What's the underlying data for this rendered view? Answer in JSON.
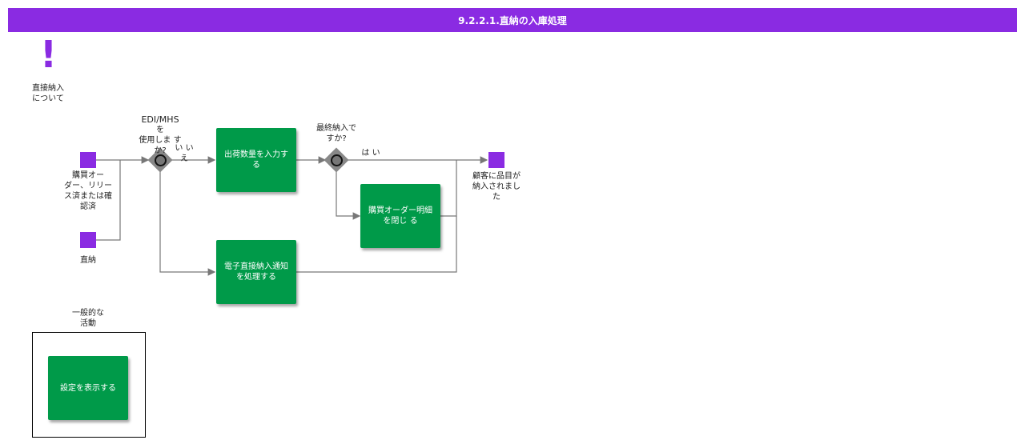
{
  "header": {
    "title": "9.2.2.1.直納の入庫処理"
  },
  "annotation": {
    "icon": "exclamation-icon",
    "label_line1": "直接納入",
    "label_line2": "について"
  },
  "events": {
    "po_released": {
      "line1": "購買オー",
      "line2": "ダー、リリー",
      "line3": "ス済または確",
      "line4": "認済"
    },
    "direct_delivery": {
      "label": "直納"
    },
    "end": {
      "line1": "顧客に品目が",
      "line2": "納入されまし",
      "line3": "た"
    }
  },
  "gateways": {
    "edi": {
      "line1": "EDI/MHS",
      "line2": "を",
      "line3": "使用しま す",
      "line4": "か?",
      "no_line1": "い い",
      "no_line2": "え"
    },
    "final": {
      "line1": "最終納入で",
      "line2": "すか?",
      "yes": "は い"
    }
  },
  "tasks": {
    "enter_qty": {
      "line1": "出荷数量を入力す",
      "line2": "る"
    },
    "close_po_line": {
      "line1": "購買オーダー明細",
      "line2": "を閉じ る"
    },
    "process_asn": {
      "line1": "電子直接納入通知",
      "line2": "を処理する"
    },
    "show_settings": {
      "label": "設定を表示する"
    }
  },
  "group": {
    "line1": "一般的な",
    "line2": "活動"
  },
  "colors": {
    "header": "#8a2be2",
    "task": "#009a49",
    "event": "#8a2be2",
    "gateway": "#888888"
  }
}
